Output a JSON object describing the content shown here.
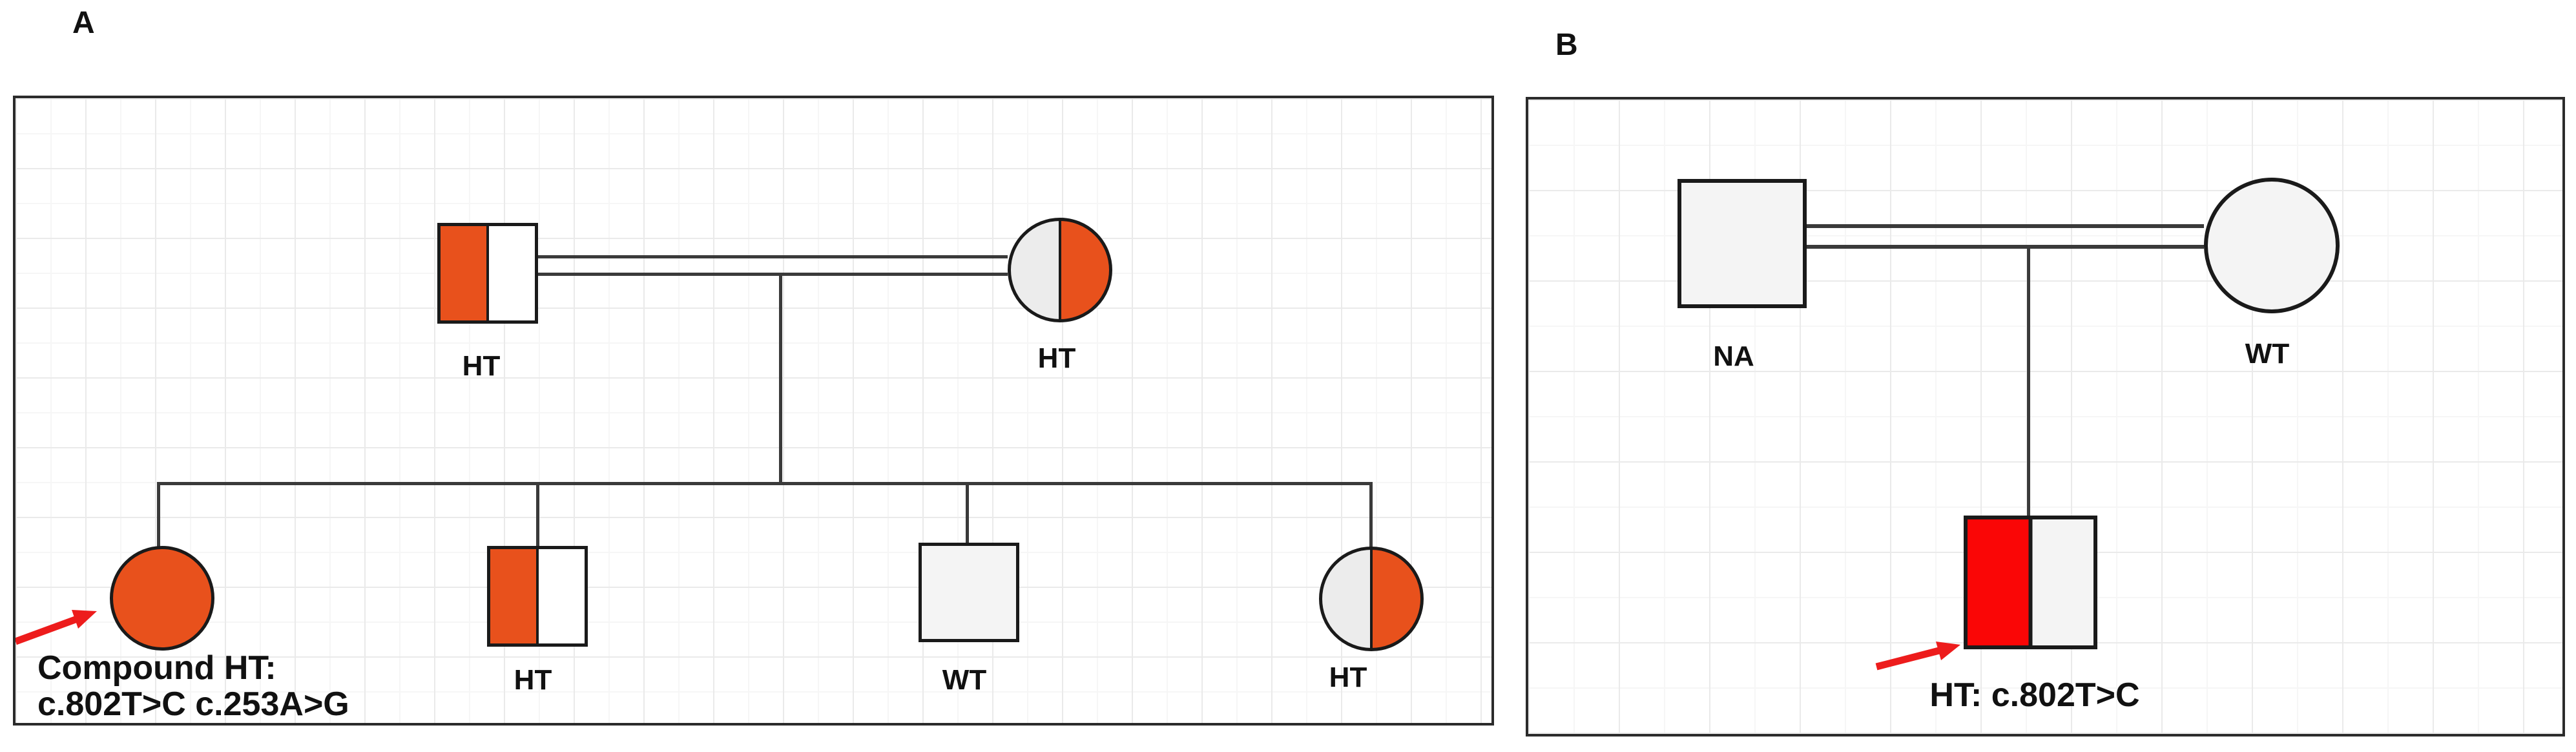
{
  "colors": {
    "orange": "#E8511C",
    "red": "#FA0606",
    "arrow-red": "#ED1C1C",
    "line-dark": "#3A3A3A",
    "symbol-border": "#1A1A1A",
    "symbol-fill-light": "#F4F4F4",
    "half-empty-gray": "#ECECEC",
    "grid-minor": "#F6F6F6",
    "grid-major": "#EAEAEA",
    "panel-border": "#2B2B2B",
    "text": "#111111"
  },
  "panel_a": {
    "label": "A",
    "father": {
      "genotype": "HT"
    },
    "mother": {
      "genotype": "HT"
    },
    "proband": {
      "annotation_line1": "Compound HT:",
      "annotation_line2": "c.802T>C c.253A>G"
    },
    "sibling2": {
      "genotype": "HT"
    },
    "sibling3": {
      "genotype": "WT"
    },
    "sibling4": {
      "genotype": "HT"
    }
  },
  "panel_b": {
    "label": "B",
    "father": {
      "genotype": "NA"
    },
    "mother": {
      "genotype": "WT"
    },
    "proband": {
      "annotation": "HT: c.802T>C"
    }
  }
}
